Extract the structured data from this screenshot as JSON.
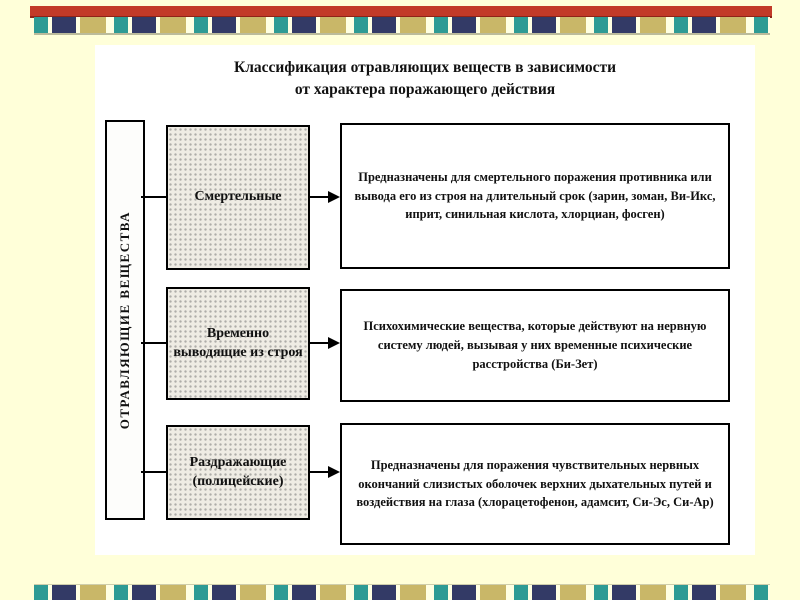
{
  "slide": {
    "title": [
      "Классификация отравляющих веществ в зависимости",
      "от характера поражающего действия"
    ]
  },
  "diagram": {
    "root": "ОТРАВЛЯЮЩИЕ ВЕЩЕСТВА",
    "rows": [
      {
        "category": "Смертельные",
        "description": "Предназначены для смертельного поражения противника или вывода его из строя на длительный срок (зарин, зоман, Ви-Икс, иприт, синильная кислота, хлорциан, фосген)"
      },
      {
        "category": "Временно выводящие из строя",
        "description": "Психохимические вещества, которые действуют на нервную систему людей, вызывая у них временные психические расстройства (Би-Зет)"
      },
      {
        "category": "Раздражающие (полицейские)",
        "description": "Предназначены для поражения чувствительных нервных окончаний слизистых оболочек верхних дыхательных путей и воздействия на глаза (хлорацетофенон, адамсит, Си-Эс, Си-Ар)"
      }
    ]
  },
  "colors": {
    "background": "#FFFFD9",
    "accent_red": "#C23A28",
    "accent_navy": "#333A66",
    "accent_teal": "#2E9B94",
    "accent_tan": "#C9B768"
  }
}
